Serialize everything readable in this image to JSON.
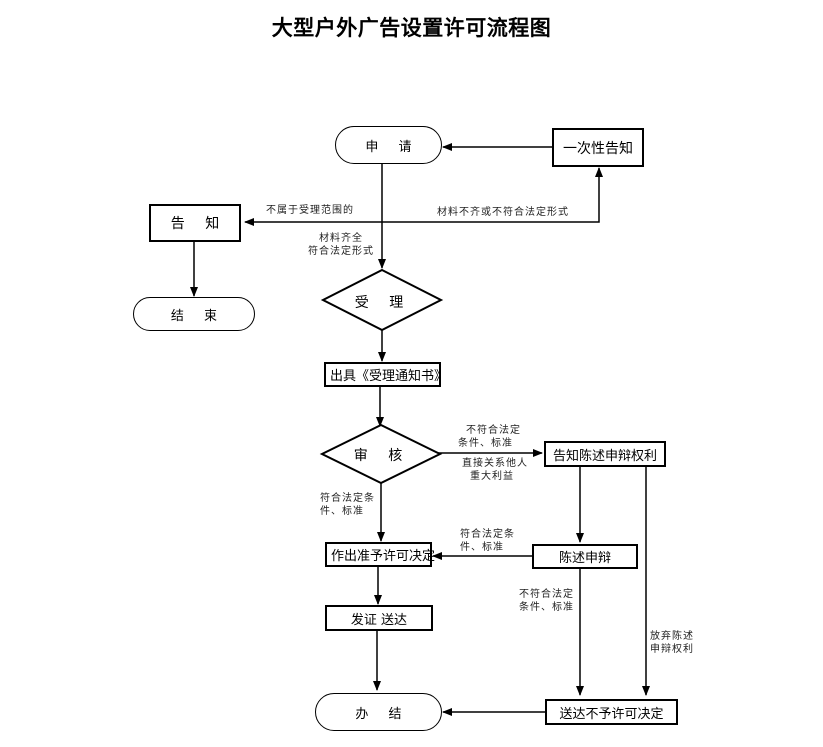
{
  "title": "大型户外广告设置许可流程图",
  "nodes": {
    "apply": "申 请",
    "one_time_notice": "一次性告知",
    "notify": "告 知",
    "end": "结 束",
    "accept": "受 理",
    "issue_notice": "出具《受理通知书》",
    "review": "审 核",
    "notify_right_to_defend": "告知陈述申辩权利",
    "grant_decision": "作出准予许可决定",
    "statement_defense": "陈述申辩",
    "issue_certificate": "发证  送达",
    "completed": "办 结",
    "deliver_denial": "送达不予许可决定"
  },
  "edge_labels": {
    "out_of_scope": "不属于受理范围的",
    "incomplete_materials": "材料不齐或不符合法定形式",
    "complete_line1": "材料齐全",
    "complete_line2": "符合法定形式",
    "review_fail_line1": "不符合法定",
    "review_fail_line2": "条件、标准",
    "third_party_line1": "直接关系他人",
    "third_party_line2": "重大利益",
    "review_pass_line1": "符合法定条",
    "review_pass_line2": "件、标准",
    "defense_pass_line1": "符合法定条",
    "defense_pass_line2": "件、标准",
    "defense_fail_line1": "不符合法定",
    "defense_fail_line2": "条件、标准",
    "waive_line1": "放弃陈述",
    "waive_line2": "申辩权利"
  }
}
